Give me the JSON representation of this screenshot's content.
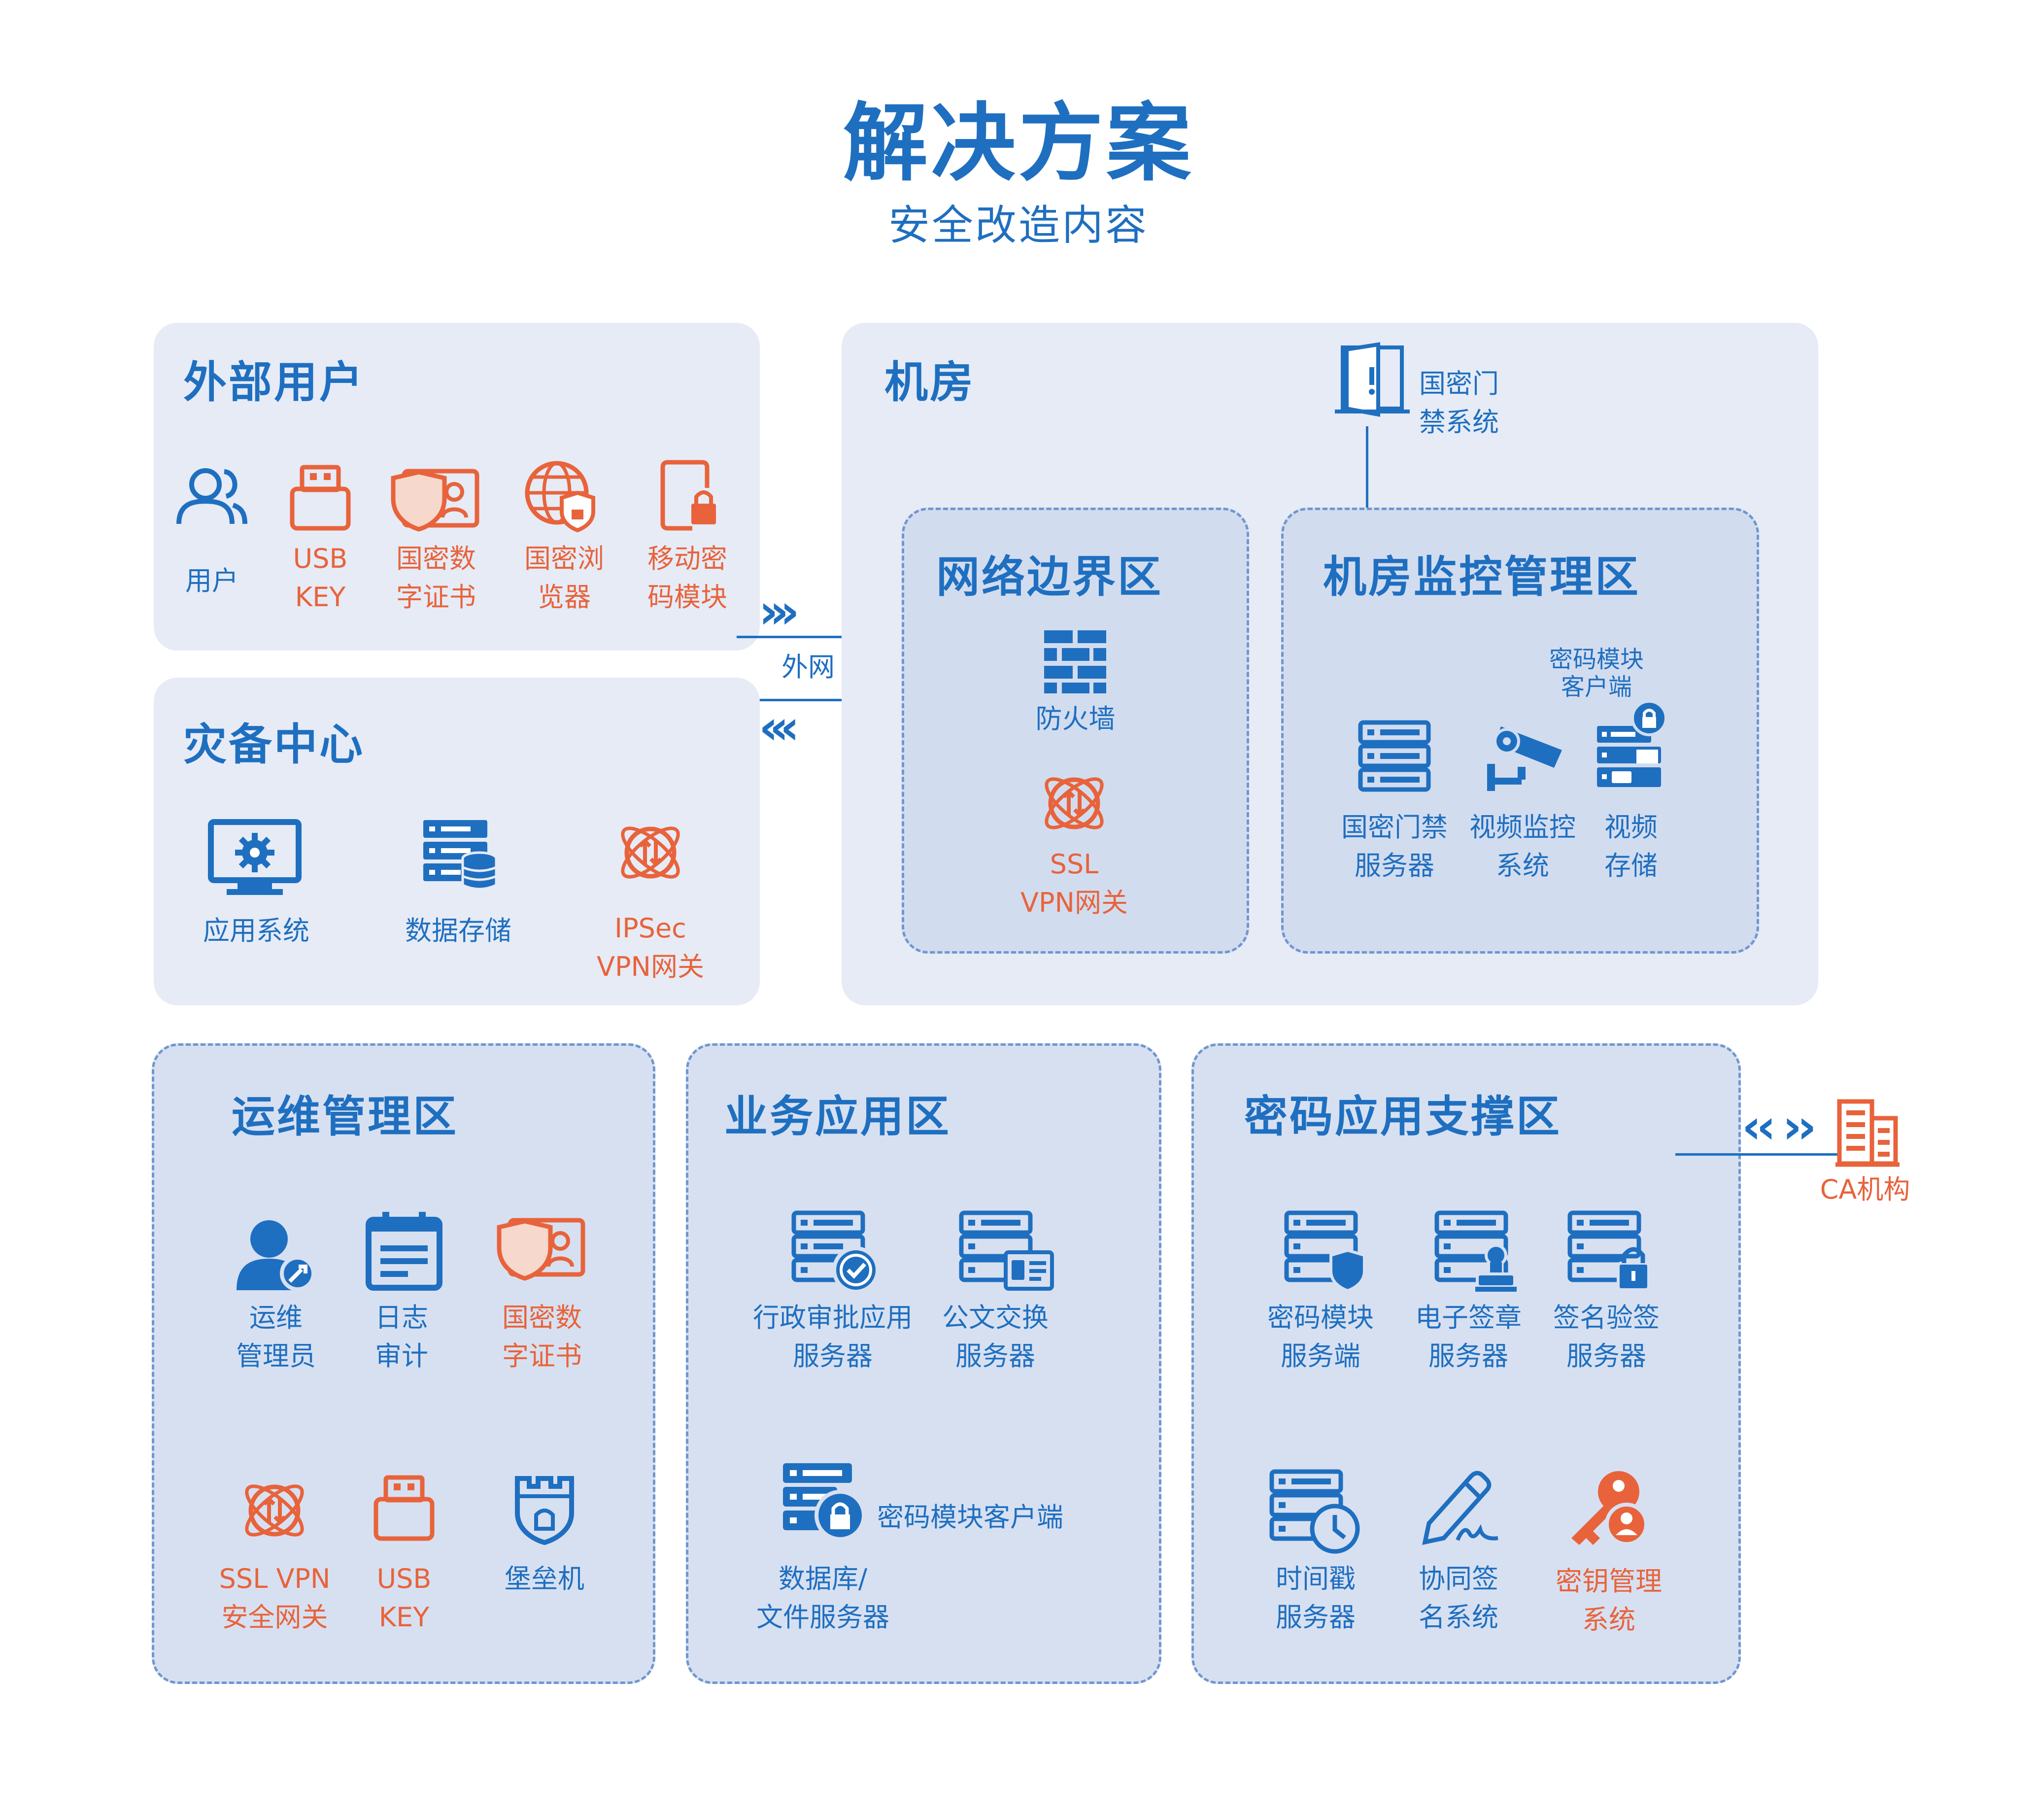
{
  "title": "解决方案",
  "subtitle": "安全改造内容",
  "external_users": {
    "title": "外部用户",
    "items": [
      "用户",
      "USB\nKEY",
      "国密数\n字证书",
      "国密浏\n览器",
      "移动密\n码模块"
    ]
  },
  "network_label": "外网",
  "disaster_center": {
    "title": "灾备中心",
    "items": [
      "应用系统",
      "数据存储",
      "IPSec\nVPN网关"
    ]
  },
  "machine_room": {
    "title": "机房",
    "door_system": "国密门\n禁系统",
    "boundary_zone": {
      "title": "网络边界区",
      "firewall": "防火墙",
      "ssl_vpn": "SSL\nVPN网关"
    },
    "monitor_zone": {
      "title": "机房监控管理区",
      "module_client": "密码模块\n客户端",
      "items": [
        "国密门禁\n服务器",
        "视频监控\n系统",
        "视频\n存储"
      ]
    }
  },
  "ops_zone": {
    "title": "运维管理区",
    "items": [
      "运维\n管理员",
      "日志\n审计",
      "国密数\n字证书",
      "SSL VPN\n安全网关",
      "USB\nKEY",
      "堡垒机"
    ]
  },
  "business_zone": {
    "title": "业务应用区",
    "items": [
      "行政审批应用\n服务器",
      "公文交换\n服务器",
      "数据库/\n文件服务器"
    ],
    "module_client": "密码模块客户端"
  },
  "crypto_zone": {
    "title": "密码应用支撑区",
    "items": [
      "密码模块\n服务端",
      "电子签章\n服务器",
      "签名验签\n服务器",
      "时间戳\n服务器",
      "协同签\n名系统",
      "密钥管理\n系统"
    ]
  },
  "ca": "CA机构",
  "colors": {
    "blue": "#1f6fc0",
    "orange": "#e8633b",
    "panel": "#e6ebf6",
    "zone": "#d2dcef"
  }
}
